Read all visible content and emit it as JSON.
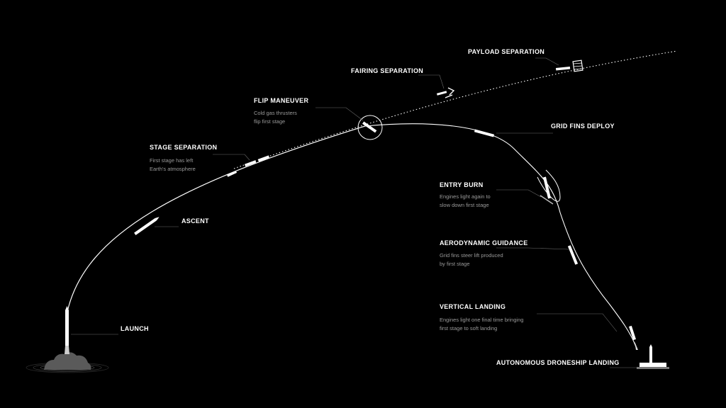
{
  "phases": {
    "launch": {
      "title": "LAUNCH"
    },
    "ascent": {
      "title": "ASCENT"
    },
    "stage_separation": {
      "title": "STAGE SEPARATION",
      "desc": [
        "First stage has left",
        "Earth's atmosphere"
      ]
    },
    "flip_maneuver": {
      "title": "FLIP MANEUVER",
      "desc": [
        "Cold gas thrusters",
        "flip first stage"
      ]
    },
    "fairing_separation": {
      "title": "FAIRING SEPARATION"
    },
    "payload_separation": {
      "title": "PAYLOAD SEPARATION"
    },
    "grid_fins_deploy": {
      "title": "GRID FINS DEPLOY"
    },
    "entry_burn": {
      "title": "ENTRY BURN",
      "desc": [
        "Engines light again to",
        "slow down first stage"
      ]
    },
    "aerodynamic_guidance": {
      "title": "AERODYNAMIC GUIDANCE",
      "desc": [
        "Grid fins steer lift produced",
        "by first stage"
      ]
    },
    "vertical_landing": {
      "title": "VERTICAL LANDING",
      "desc": [
        "Engines light one final time bringing",
        "first stage to soft landing"
      ]
    },
    "droneship_landing": {
      "title": "AUTONOMOUS DRONESHIP LANDING"
    }
  },
  "colors": {
    "background": "#000000",
    "trajectory": "#ffffff",
    "leader_line": "#6a6a6a",
    "description_text": "#9a9a9a",
    "smoke": "#5a5a5a"
  }
}
